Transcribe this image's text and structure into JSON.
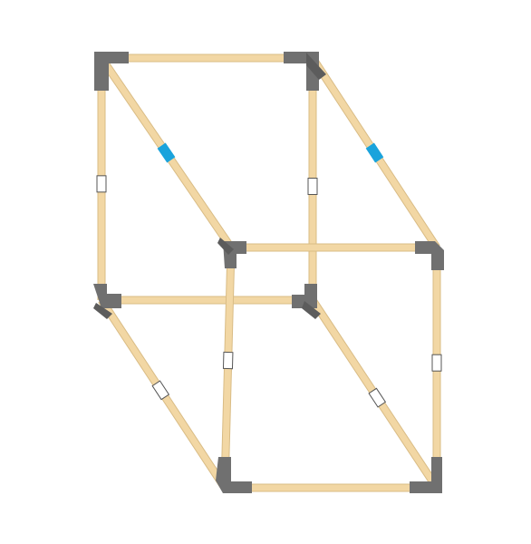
{
  "diagram": {
    "type": "wireframe-box",
    "colors": {
      "beam": "#f2d7a4",
      "beam_edge": "#d9bc85",
      "connector": "#707070",
      "connector_dark": "#5c5c5c",
      "marker_blue": "#1aa3dc",
      "marker_white": "#ffffff",
      "marker_outline": "#555555"
    },
    "markers": [
      {
        "beam": "front-left-vertical",
        "style": "white"
      },
      {
        "beam": "back-right-vertical",
        "style": "white"
      },
      {
        "beam": "diag-top-left",
        "style": "blue"
      },
      {
        "beam": "diag-top-right",
        "style": "blue"
      },
      {
        "beam": "back-left-vertical",
        "style": "white"
      },
      {
        "beam": "right-vertical",
        "style": "white"
      },
      {
        "beam": "diag-bottom-left",
        "style": "white"
      },
      {
        "beam": "diag-bottom-right",
        "style": "white"
      }
    ]
  }
}
